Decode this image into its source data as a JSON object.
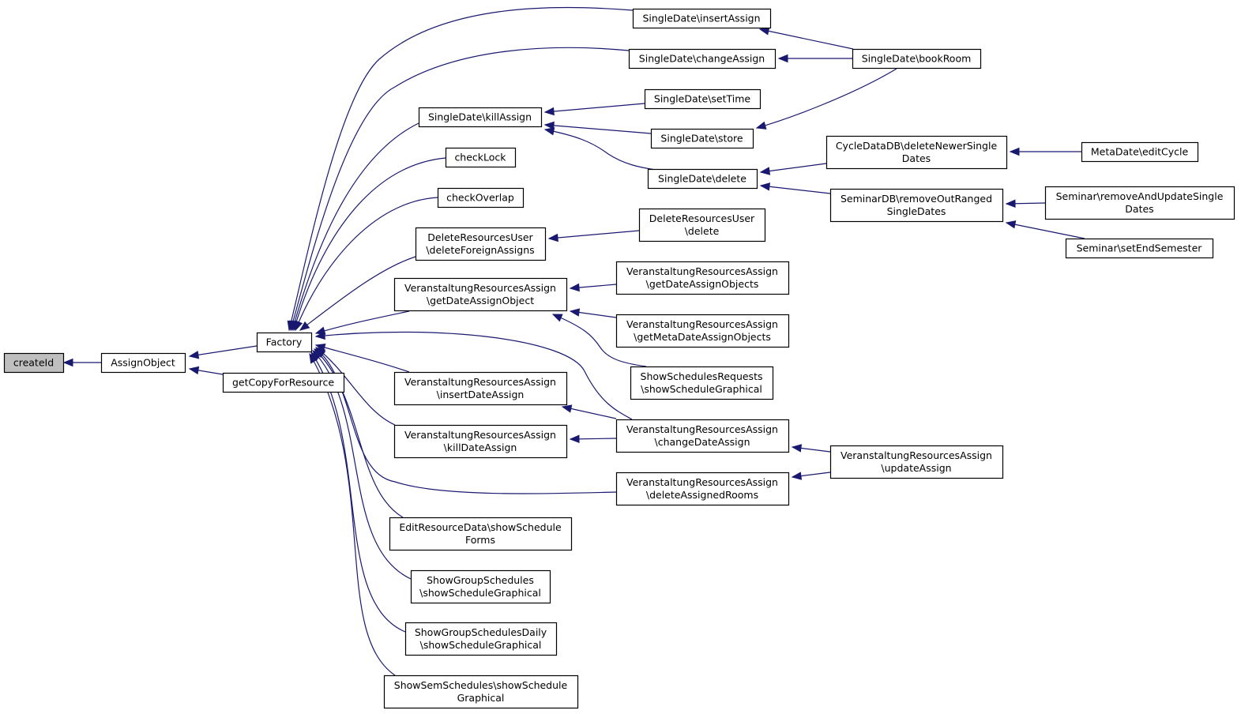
{
  "diagram": {
    "type": "call-graph",
    "colors": {
      "edge": "#191970",
      "root_fill": "#bfbfbf",
      "node_fill": "#ffffff",
      "border": "#000000"
    },
    "nodes": [
      {
        "id": "createId",
        "lines": [
          "createId"
        ],
        "root": true
      },
      {
        "id": "AssignObject",
        "lines": [
          "AssignObject"
        ]
      },
      {
        "id": "Factory",
        "lines": [
          "Factory"
        ]
      },
      {
        "id": "getCopyForResource",
        "lines": [
          "getCopyForResource"
        ]
      },
      {
        "id": "SD_insertAssign",
        "lines": [
          "SingleDate\\insertAssign"
        ]
      },
      {
        "id": "SD_changeAssign",
        "lines": [
          "SingleDate\\changeAssign"
        ]
      },
      {
        "id": "SD_killAssign",
        "lines": [
          "SingleDate\\killAssign"
        ]
      },
      {
        "id": "checkLock",
        "lines": [
          "checkLock"
        ]
      },
      {
        "id": "checkOverlap",
        "lines": [
          "checkOverlap"
        ]
      },
      {
        "id": "DRU_deleteForeignAssigns",
        "lines": [
          "DeleteResourcesUser",
          "\\deleteForeignAssigns"
        ]
      },
      {
        "id": "VRA_getDateAssignObject",
        "lines": [
          "VeranstaltungResourcesAssign",
          "\\getDateAssignObject"
        ]
      },
      {
        "id": "VRA_insertDateAssign",
        "lines": [
          "VeranstaltungResourcesAssign",
          "\\insertDateAssign"
        ]
      },
      {
        "id": "VRA_killDateAssign",
        "lines": [
          "VeranstaltungResourcesAssign",
          "\\killDateAssign"
        ]
      },
      {
        "id": "ERD_showScheduleForms",
        "lines": [
          "EditResourceData\\showSchedule",
          "Forms"
        ]
      },
      {
        "id": "SGS_showScheduleGraphical",
        "lines": [
          "ShowGroupSchedules",
          "\\showScheduleGraphical"
        ]
      },
      {
        "id": "SGSD_showScheduleGraphical",
        "lines": [
          "ShowGroupSchedulesDaily",
          "\\showScheduleGraphical"
        ]
      },
      {
        "id": "SSS_showScheduleGraphical",
        "lines": [
          "ShowSemSchedules\\showSchedule",
          "Graphical"
        ]
      },
      {
        "id": "SD_setTime",
        "lines": [
          "SingleDate\\setTime"
        ]
      },
      {
        "id": "SD_store",
        "lines": [
          "SingleDate\\store"
        ]
      },
      {
        "id": "SD_delete",
        "lines": [
          "SingleDate\\delete"
        ]
      },
      {
        "id": "DRU_delete",
        "lines": [
          "DeleteResourcesUser",
          "\\delete"
        ]
      },
      {
        "id": "VRA_getDateAssignObjects",
        "lines": [
          "VeranstaltungResourcesAssign",
          "\\getDateAssignObjects"
        ]
      },
      {
        "id": "VRA_getMetaDateAssignObjects",
        "lines": [
          "VeranstaltungResourcesAssign",
          "\\getMetaDateAssignObjects"
        ]
      },
      {
        "id": "SSR_showScheduleGraphical",
        "lines": [
          "ShowSchedulesRequests",
          "\\showScheduleGraphical"
        ]
      },
      {
        "id": "VRA_changeDateAssign",
        "lines": [
          "VeranstaltungResourcesAssign",
          "\\changeDateAssign"
        ]
      },
      {
        "id": "VRA_deleteAssignedRooms",
        "lines": [
          "VeranstaltungResourcesAssign",
          "\\deleteAssignedRooms"
        ]
      },
      {
        "id": "SD_bookRoom",
        "lines": [
          "SingleDate\\bookRoom"
        ]
      },
      {
        "id": "CDDB_deleteNewerSingleDates",
        "lines": [
          "CycleDataDB\\deleteNewerSingle",
          "Dates"
        ]
      },
      {
        "id": "SDB_removeOutRangedSingleDates",
        "lines": [
          "SeminarDB\\removeOutRanged",
          "SingleDates"
        ]
      },
      {
        "id": "VRA_updateAssign",
        "lines": [
          "VeranstaltungResourcesAssign",
          "\\updateAssign"
        ]
      },
      {
        "id": "MD_editCycle",
        "lines": [
          "MetaDate\\editCycle"
        ]
      },
      {
        "id": "Sem_removeAndUpdateSingleDates",
        "lines": [
          "Seminar\\removeAndUpdateSingle",
          "Dates"
        ]
      },
      {
        "id": "Sem_setEndSemester",
        "lines": [
          "Seminar\\setEndSemester"
        ]
      }
    ],
    "edges": [
      {
        "from": "AssignObject",
        "to": "createId"
      },
      {
        "from": "Factory",
        "to": "AssignObject"
      },
      {
        "from": "getCopyForResource",
        "to": "AssignObject"
      },
      {
        "from": "SD_insertAssign",
        "to": "Factory"
      },
      {
        "from": "SD_changeAssign",
        "to": "Factory"
      },
      {
        "from": "SD_killAssign",
        "to": "Factory"
      },
      {
        "from": "checkLock",
        "to": "Factory"
      },
      {
        "from": "checkOverlap",
        "to": "Factory"
      },
      {
        "from": "DRU_deleteForeignAssigns",
        "to": "Factory"
      },
      {
        "from": "VRA_getDateAssignObject",
        "to": "Factory"
      },
      {
        "from": "VRA_changeDateAssign",
        "to": "Factory"
      },
      {
        "from": "VRA_insertDateAssign",
        "to": "Factory"
      },
      {
        "from": "VRA_killDateAssign",
        "to": "Factory"
      },
      {
        "from": "VRA_deleteAssignedRooms",
        "to": "Factory"
      },
      {
        "from": "ERD_showScheduleForms",
        "to": "Factory"
      },
      {
        "from": "SGS_showScheduleGraphical",
        "to": "Factory"
      },
      {
        "from": "SGSD_showScheduleGraphical",
        "to": "Factory"
      },
      {
        "from": "SSS_showScheduleGraphical",
        "to": "Factory"
      },
      {
        "from": "SD_bookRoom",
        "to": "SD_insertAssign"
      },
      {
        "from": "SD_bookRoom",
        "to": "SD_changeAssign"
      },
      {
        "from": "SD_setTime",
        "to": "SD_killAssign"
      },
      {
        "from": "SD_store",
        "to": "SD_killAssign"
      },
      {
        "from": "SD_delete",
        "to": "SD_killAssign"
      },
      {
        "from": "SD_bookRoom",
        "to": "SD_store"
      },
      {
        "from": "CDDB_deleteNewerSingleDates",
        "to": "SD_delete"
      },
      {
        "from": "SDB_removeOutRangedSingleDates",
        "to": "SD_delete"
      },
      {
        "from": "MD_editCycle",
        "to": "CDDB_deleteNewerSingleDates"
      },
      {
        "from": "Sem_removeAndUpdateSingleDates",
        "to": "SDB_removeOutRangedSingleDates"
      },
      {
        "from": "Sem_setEndSemester",
        "to": "SDB_removeOutRangedSingleDates"
      },
      {
        "from": "DRU_delete",
        "to": "DRU_deleteForeignAssigns"
      },
      {
        "from": "VRA_getDateAssignObjects",
        "to": "VRA_getDateAssignObject"
      },
      {
        "from": "VRA_getMetaDateAssignObjects",
        "to": "VRA_getDateAssignObject"
      },
      {
        "from": "SSR_showScheduleGraphical",
        "to": "VRA_getDateAssignObject"
      },
      {
        "from": "VRA_changeDateAssign",
        "to": "VRA_insertDateAssign"
      },
      {
        "from": "VRA_changeDateAssign",
        "to": "VRA_killDateAssign"
      },
      {
        "from": "VRA_updateAssign",
        "to": "VRA_changeDateAssign"
      },
      {
        "from": "VRA_updateAssign",
        "to": "VRA_deleteAssignedRooms"
      }
    ]
  }
}
